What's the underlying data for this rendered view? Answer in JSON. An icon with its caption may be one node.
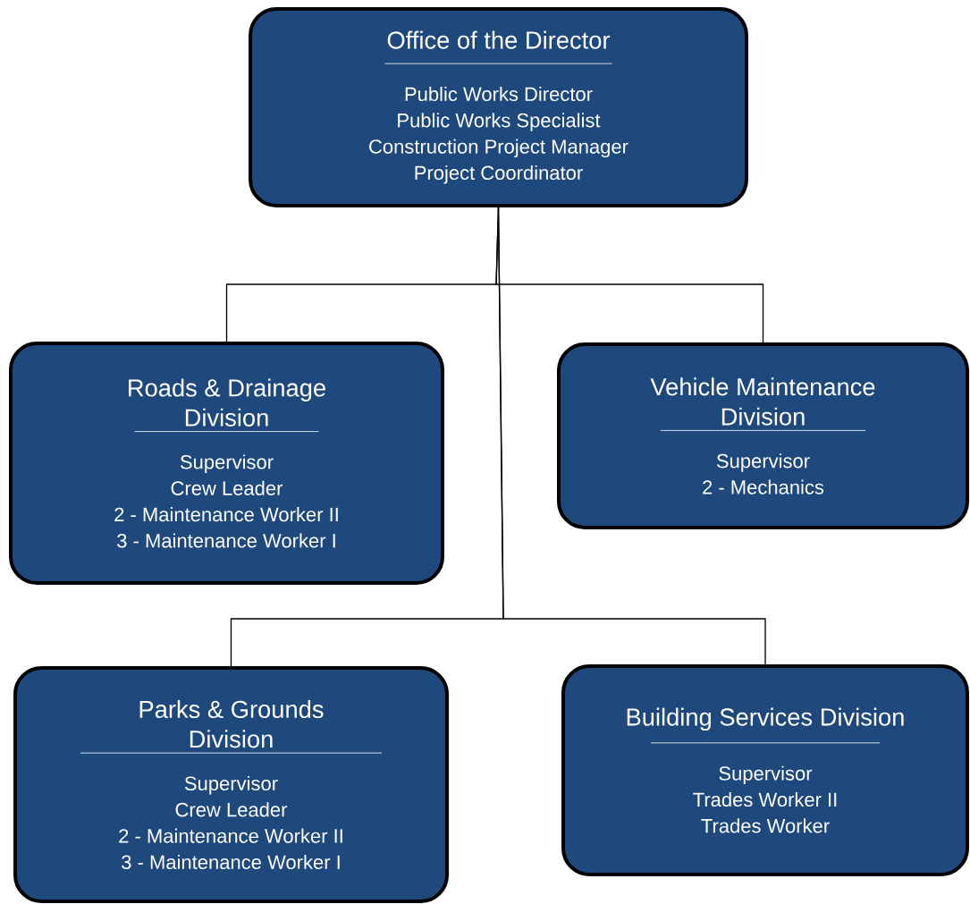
{
  "diagram": {
    "nodes": [
      {
        "text": [
          "Office of the Director",
          "Public Works Director",
          "Public Works Specialist",
          "Construction Project Manager",
          "Project Coordinator"
        ]
      },
      {
        "text": [
          "Roads & Drainage Division",
          "Supervisor",
          "Crew Leader",
          "2 - Maintenance Worker II",
          "3 - Maintenance Worker I"
        ]
      },
      {
        "text": [
          "Vehicle Maintenance Division",
          "Supervisor",
          "2 - Mechanics"
        ]
      },
      {
        "text": [
          "Parks & Grounds Division",
          "Supervisor",
          "Crew Leader",
          "2 - Maintenance Worker II",
          "3 - Maintenance Worker I"
        ]
      },
      {
        "text": [
          "Building Services Division",
          "Supervisor",
          "Trades Worker II",
          "Trades Worker"
        ]
      }
    ],
    "edges": [
      {
        "from": 0,
        "to": 1,
        "arrow": "none"
      },
      {
        "from": 0,
        "to": 2,
        "arrow": "none"
      },
      {
        "from": 0,
        "to": 3,
        "arrow": "none"
      },
      {
        "from": 0,
        "to": 4,
        "arrow": "none"
      }
    ]
  }
}
